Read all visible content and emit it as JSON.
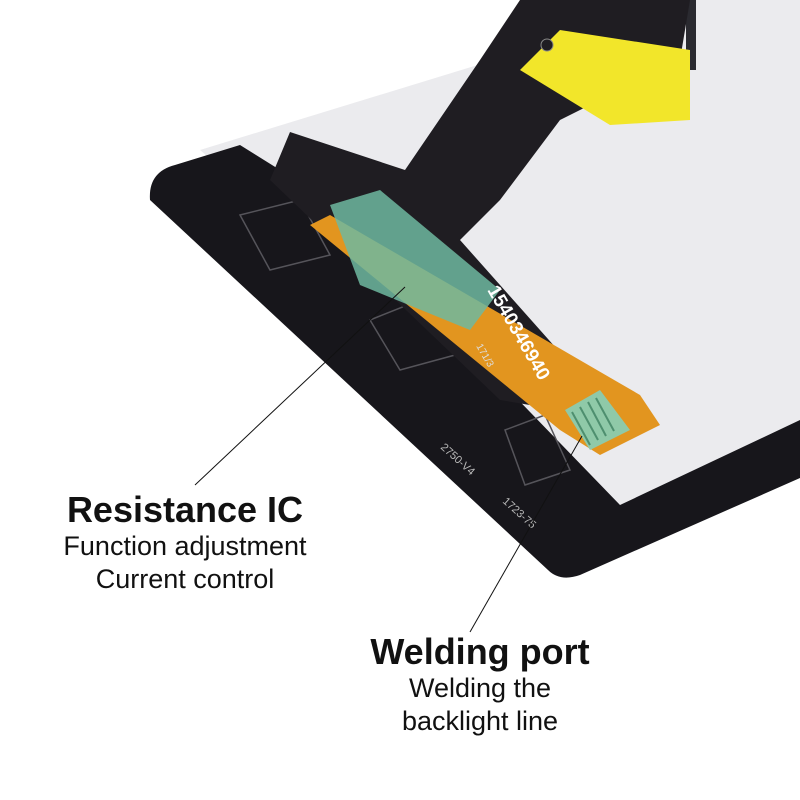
{
  "annotations": [
    {
      "title": "Resistance IC",
      "lines": [
        "Function adjustment",
        "Current control"
      ]
    },
    {
      "title": "Welding port",
      "lines": [
        "Welding the",
        "backlight line"
      ]
    }
  ],
  "product_markings": {
    "serial": "1540346940",
    "model": "2750-V4",
    "batch": "1723-75",
    "date": "171/3"
  },
  "colors": {
    "bezel": "#17161b",
    "panel": "#ebebee",
    "flex": "#1f1d22",
    "tape": "#f2e62a",
    "fpc": "#e2951f",
    "ic": "#6fb9a0"
  }
}
